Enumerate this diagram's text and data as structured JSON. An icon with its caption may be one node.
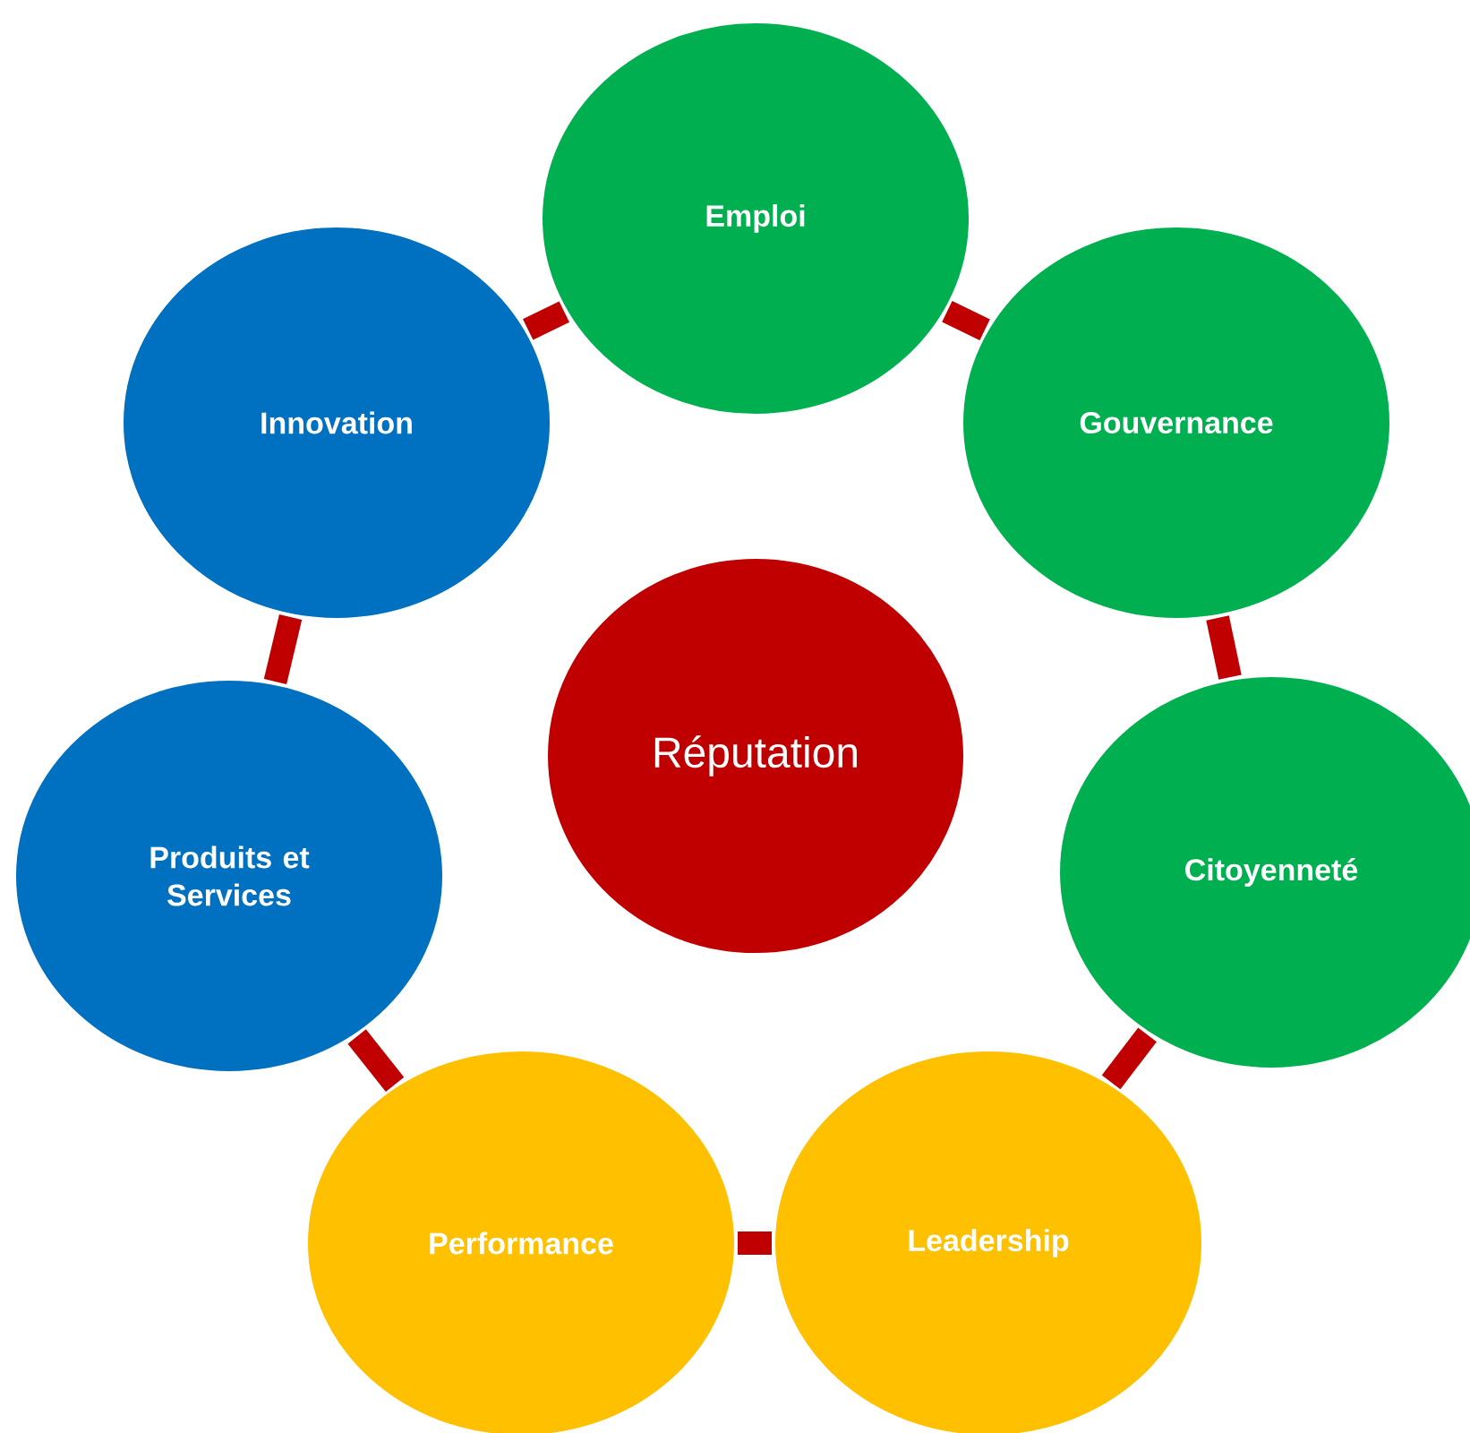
{
  "diagram": {
    "nodes": [
      {
        "text": [
          "Réputation"
        ]
      },
      {
        "text": [
          "Emploi"
        ]
      },
      {
        "text": [
          "Gouvernance"
        ]
      },
      {
        "text": [
          "Citoyenneté"
        ]
      },
      {
        "text": [
          "Leadership"
        ]
      },
      {
        "text": [
          "Performance"
        ]
      },
      {
        "text": [
          "Produits et Services"
        ]
      },
      {
        "text": [
          "Innovation"
        ]
      }
    ],
    "edges": [
      {
        "from": 1,
        "to": 2,
        "arrow": "none"
      },
      {
        "from": 2,
        "to": 3,
        "arrow": "none"
      },
      {
        "from": 3,
        "to": 4,
        "arrow": "none"
      },
      {
        "from": 4,
        "to": 5,
        "arrow": "none"
      },
      {
        "from": 5,
        "to": 6,
        "arrow": "none"
      },
      {
        "from": 6,
        "to": 7,
        "arrow": "none"
      },
      {
        "from": 7,
        "to": 1,
        "arrow": "none"
      }
    ]
  }
}
